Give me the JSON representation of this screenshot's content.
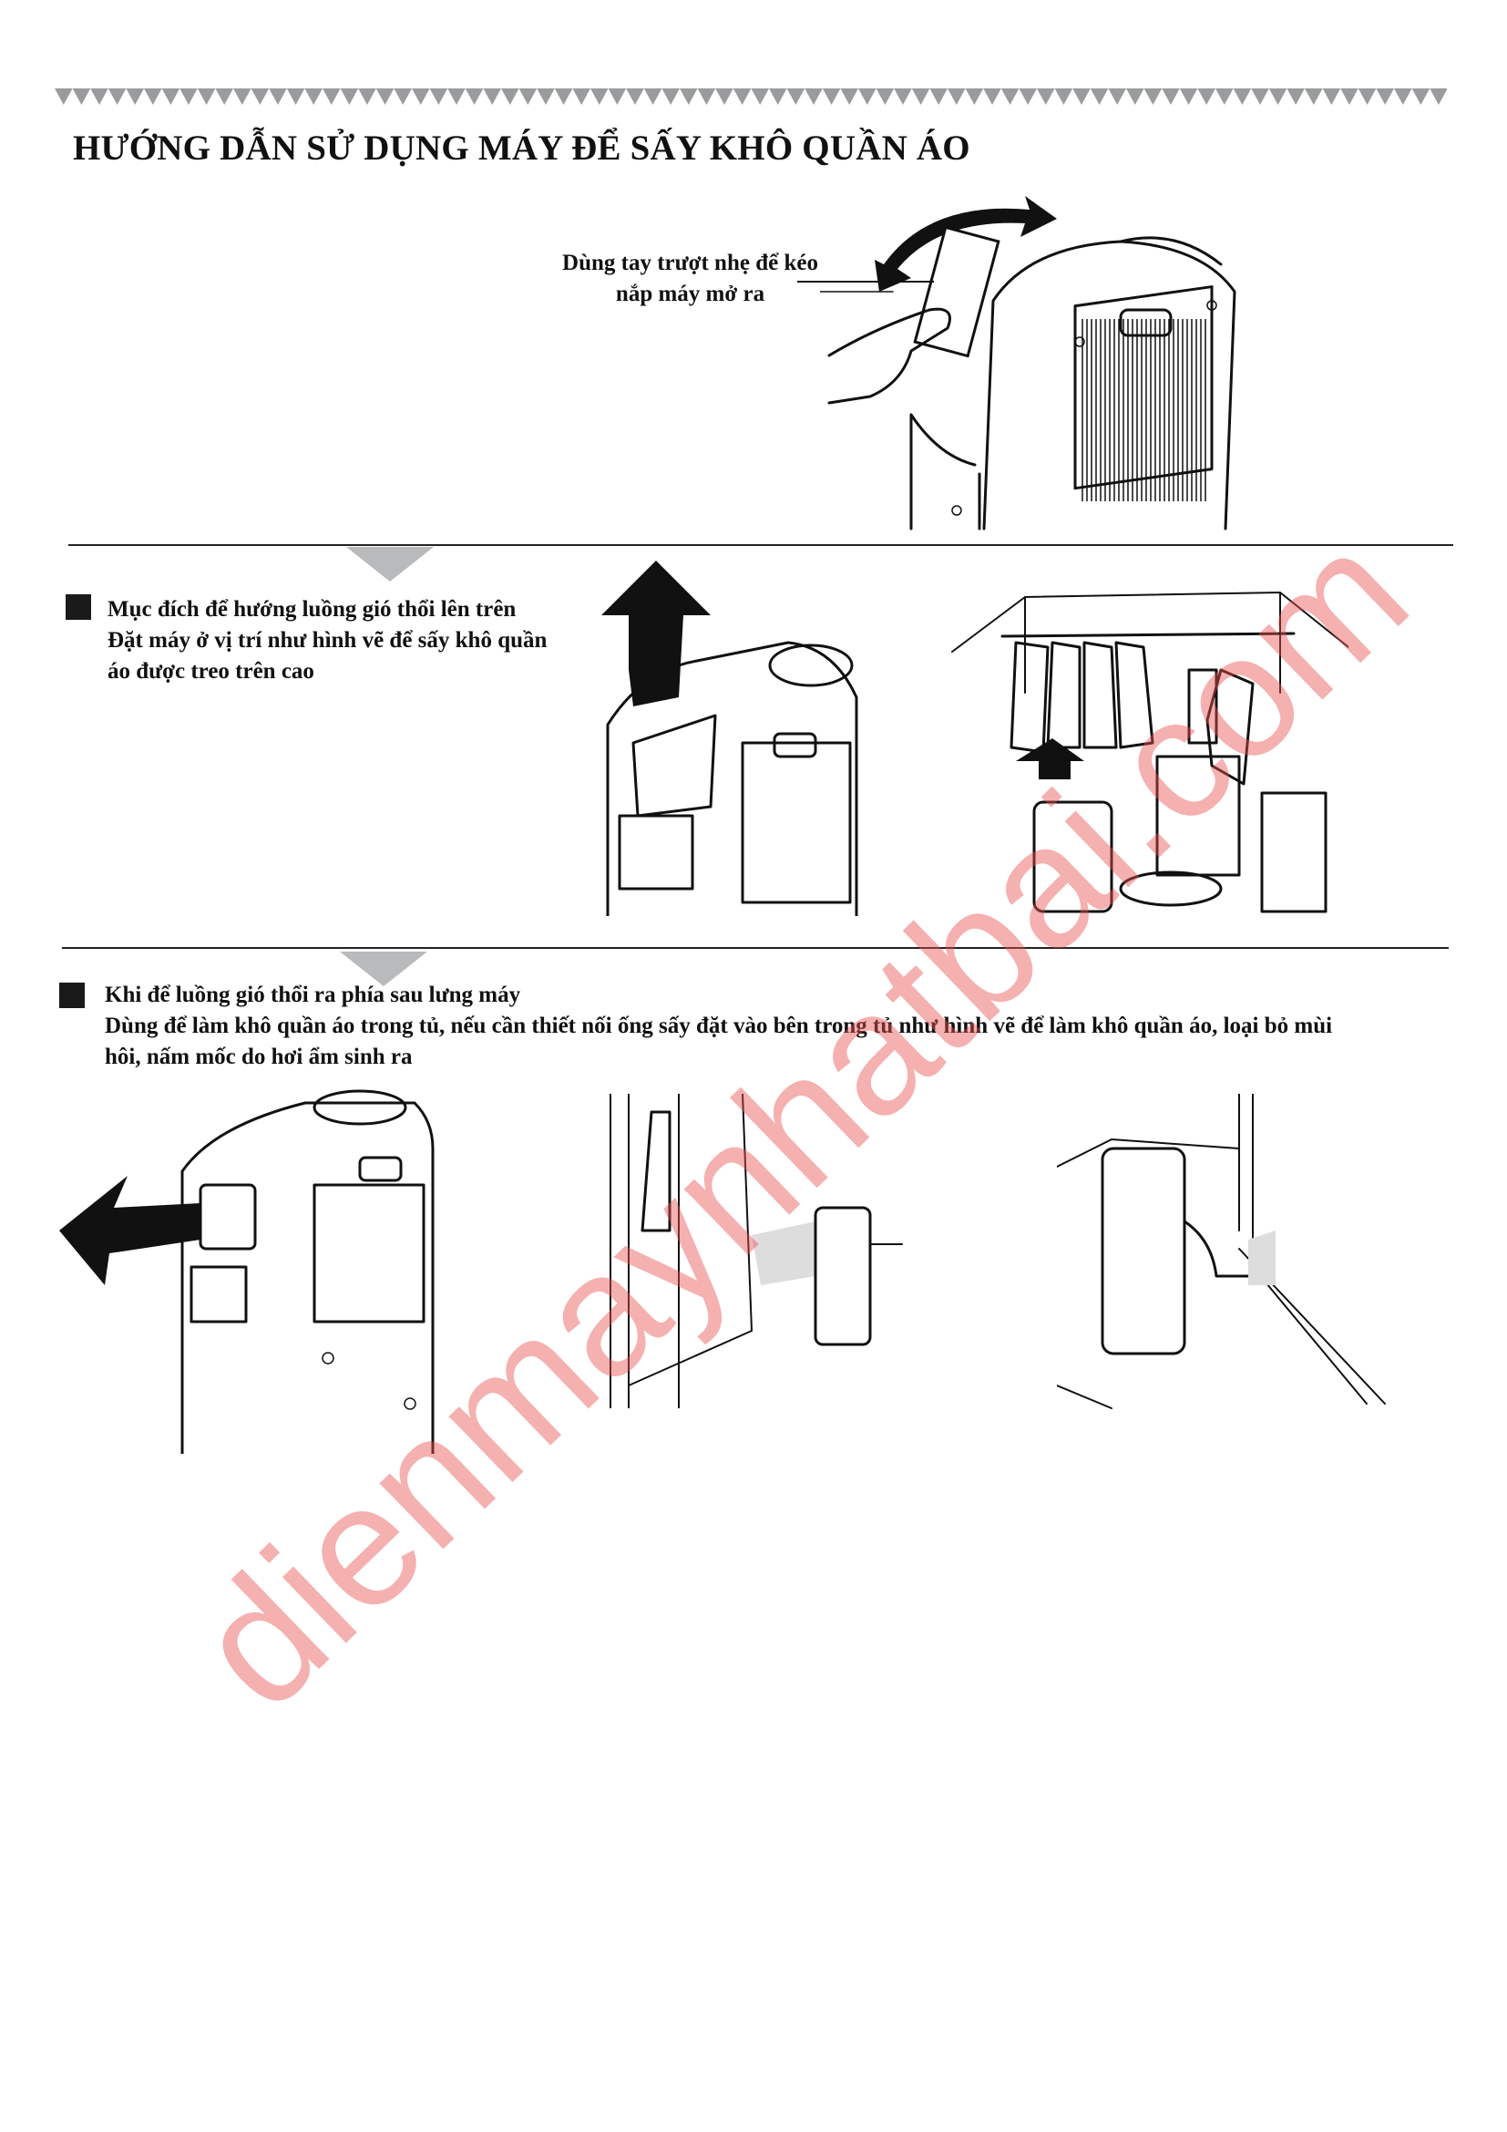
{
  "title": "HƯỚNG DẪN SỬ DỤNG MÁY ĐỂ SẤY KHÔ QUẦN ÁO",
  "step_open": {
    "callout_line1": "Dùng tay trượt nhẹ để kéo",
    "callout_line2": "nắp máy mở ra"
  },
  "section_up": {
    "heading": "Mục đích để hướng luồng gió thổi lên trên",
    "body_line1": "Đặt máy ở vị trí như hình vẽ để sấy khô quần",
    "body_line2": "áo được treo trên cao"
  },
  "section_back": {
    "heading": "Khi để luồng gió thổi ra phía sau lưng máy",
    "body_line1": "Dùng để làm khô quần áo trong tủ, nếu cần thiết nối ống sấy đặt vào bên trong tủ như hình vẽ để làm khô quần áo, loại bỏ mùi",
    "body_line2": "hôi, nấm mốc do hơi ẩm sinh ra"
  },
  "watermark": "dienmaynhatbai.com",
  "colors": {
    "divider_arrow": "#b9babc",
    "watermark": "#e85050",
    "zigzag": "#9a9b9d"
  }
}
